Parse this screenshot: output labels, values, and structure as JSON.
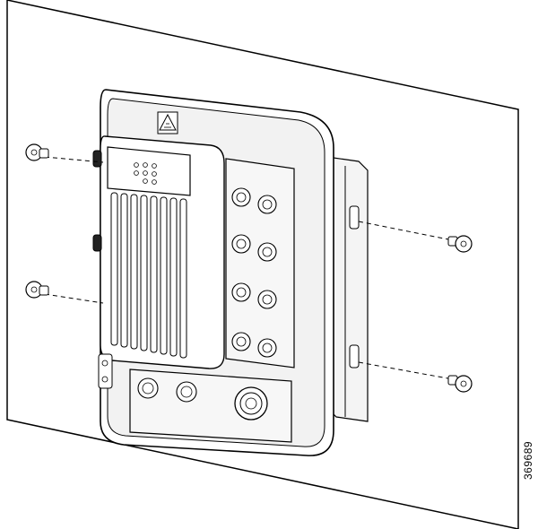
{
  "figure": {
    "id_label": "369689"
  },
  "parts": {
    "wall_panel": "wall-panel",
    "switch_body": "industrial-switch",
    "screws": [
      "screw-left-top",
      "screw-left-bottom",
      "screw-right-top",
      "screw-right-bottom"
    ],
    "icons": [
      "warning-hot-surface-icon"
    ]
  },
  "colors": {
    "line": "#000000",
    "fill": "#ffffff",
    "light_gray": "#e6e6e6",
    "mid_gray": "#bfbfbf",
    "dark_gray": "#555555"
  }
}
